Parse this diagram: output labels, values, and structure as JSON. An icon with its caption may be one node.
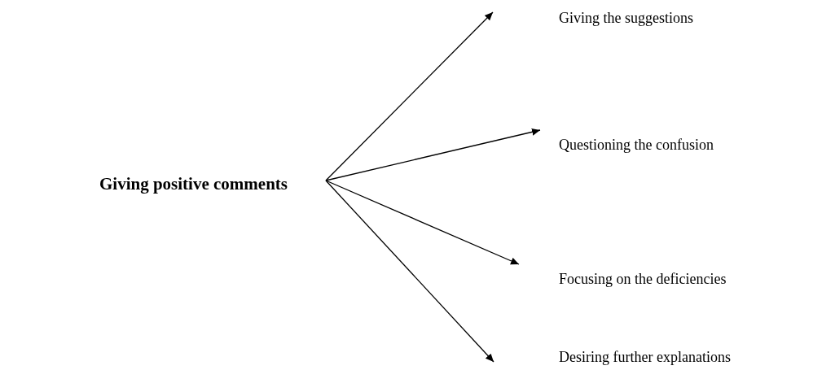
{
  "diagram": {
    "nodes": [
      {
        "text": [
          "Giving positive comments"
        ]
      },
      {
        "text": [
          "Giving the suggestions"
        ]
      },
      {
        "text": [
          "Questioning the confusion"
        ]
      },
      {
        "text": [
          "Focusing on the deficiencies"
        ]
      },
      {
        "text": [
          "Desiring further explanations"
        ]
      }
    ],
    "edges": [
      {
        "from": 0,
        "to": 1,
        "arrow": "to"
      },
      {
        "from": 0,
        "to": 2,
        "arrow": "to"
      },
      {
        "from": 0,
        "to": 3,
        "arrow": "to"
      },
      {
        "from": 0,
        "to": 4,
        "arrow": "to"
      }
    ]
  }
}
